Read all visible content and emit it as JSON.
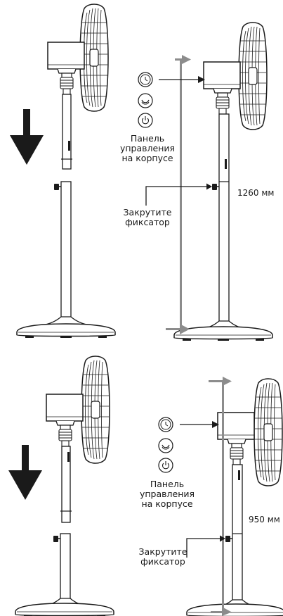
{
  "panels": [
    {
      "control_panel_label": [
        "Панель",
        "управления",
        "на корпусе"
      ],
      "lock_label": [
        "Закрутите",
        "фиксатор"
      ],
      "height_label": "1260 мм"
    },
    {
      "control_panel_label": [
        "Панель",
        "управления",
        "на корпусе"
      ],
      "lock_label": [
        "Закрутите",
        "фиксатор"
      ],
      "height_label": "950 мм"
    }
  ],
  "colors": {
    "line": "#1a1a1a",
    "gray_arrow": "#8c8c8c",
    "fill_light": "#f4f4f4"
  },
  "icons": [
    "timer-icon",
    "mode-icon",
    "power-icon"
  ]
}
